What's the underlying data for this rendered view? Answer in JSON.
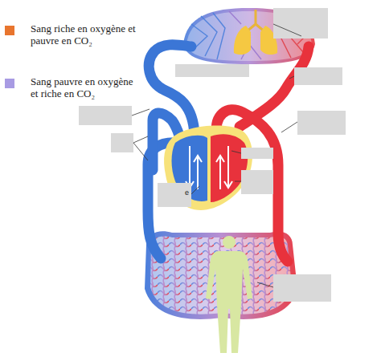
{
  "diagram": {
    "labels": [
      "e"
    ],
    "legend": [
      {
        "text": "Sang riche en oxygène et pauvre en CO₂",
        "color": "#e8752e"
      },
      {
        "text": "Sang pauvre en oxygène et riche en CO₂",
        "color": "#a89be3"
      }
    ]
  }
}
